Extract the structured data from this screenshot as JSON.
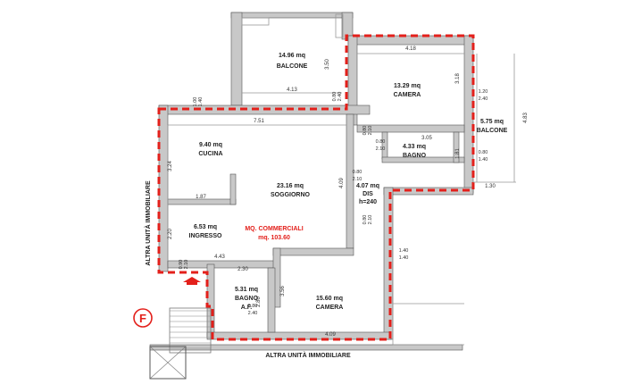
{
  "colors": {
    "wall": "#c8c8c8",
    "wall_edge": "#555555",
    "boundary": "#e3201b",
    "text": "#222222",
    "accent": "#e3201b"
  },
  "rooms": {
    "balcone_top": {
      "area": "14.96 mq",
      "name": "BALCONE"
    },
    "camera_top": {
      "area": "13.29 mq",
      "name": "CAMERA"
    },
    "balcone_right": {
      "area": "5.75 mq",
      "name": "BALCONE"
    },
    "cucina": {
      "area": "9.40 mq",
      "name": "CUCINA"
    },
    "soggiorno": {
      "area": "23.16 mq",
      "name": "SOGGIORNO"
    },
    "bagno": {
      "area": "4.33 mq",
      "name": "BAGNO"
    },
    "dis": {
      "area": "4.07 mq",
      "name": "DIS",
      "height": "h=240"
    },
    "ingresso": {
      "area": "6.53 mq",
      "name": "INGRESSO"
    },
    "bagno_af": {
      "area": "5.31 mq",
      "name": "BAGNO",
      "name2": "A.F."
    },
    "camera_bottom": {
      "area": "15.60 mq",
      "name": "CAMERA"
    }
  },
  "commercial": {
    "label": "MQ. COMMERCIALI",
    "value": "mq. 103.60"
  },
  "neighbors": {
    "left": "ALTRA UNITÀ IMMOBILIARE",
    "bottom": "ALTRA UNITÀ IMMOBILIARE"
  },
  "marker": "F",
  "dims": {
    "d418": "4.18",
    "d413": "4.13",
    "d751": "7.51",
    "d305": "3.05",
    "d130": "1.30",
    "d483": "4.83",
    "d187": "1.87",
    "d443": "4.43",
    "d230": "2.30",
    "d409": "4.09",
    "d350": "3.50",
    "d318": "3.18",
    "d324": "3.24",
    "d220": "2.20",
    "d181": "1.81",
    "d356": "3.56",
    "d280": "2.80",
    "d409v": "4.09",
    "w080_240": "0.80",
    "w240": "2.40",
    "w080_210": "0.80",
    "w210": "2.10",
    "w120": "1.20",
    "w240b": "2.40",
    "w080b": "0.80",
    "w140": "1.40",
    "w080c": "0.80",
    "w210c": "2.10",
    "w140b": "1.40",
    "w140c": "1.40",
    "w080d": "0.80",
    "w210d": "2.10",
    "w080e": "0.80",
    "w210e": "2.10",
    "w090": "0.90",
    "w210f": "2.10",
    "w100": "1.00",
    "w140d": "1.40",
    "w080f": "0.80",
    "w210g": "2.10",
    "w240c": "2.40",
    "w080g": "0.80"
  }
}
